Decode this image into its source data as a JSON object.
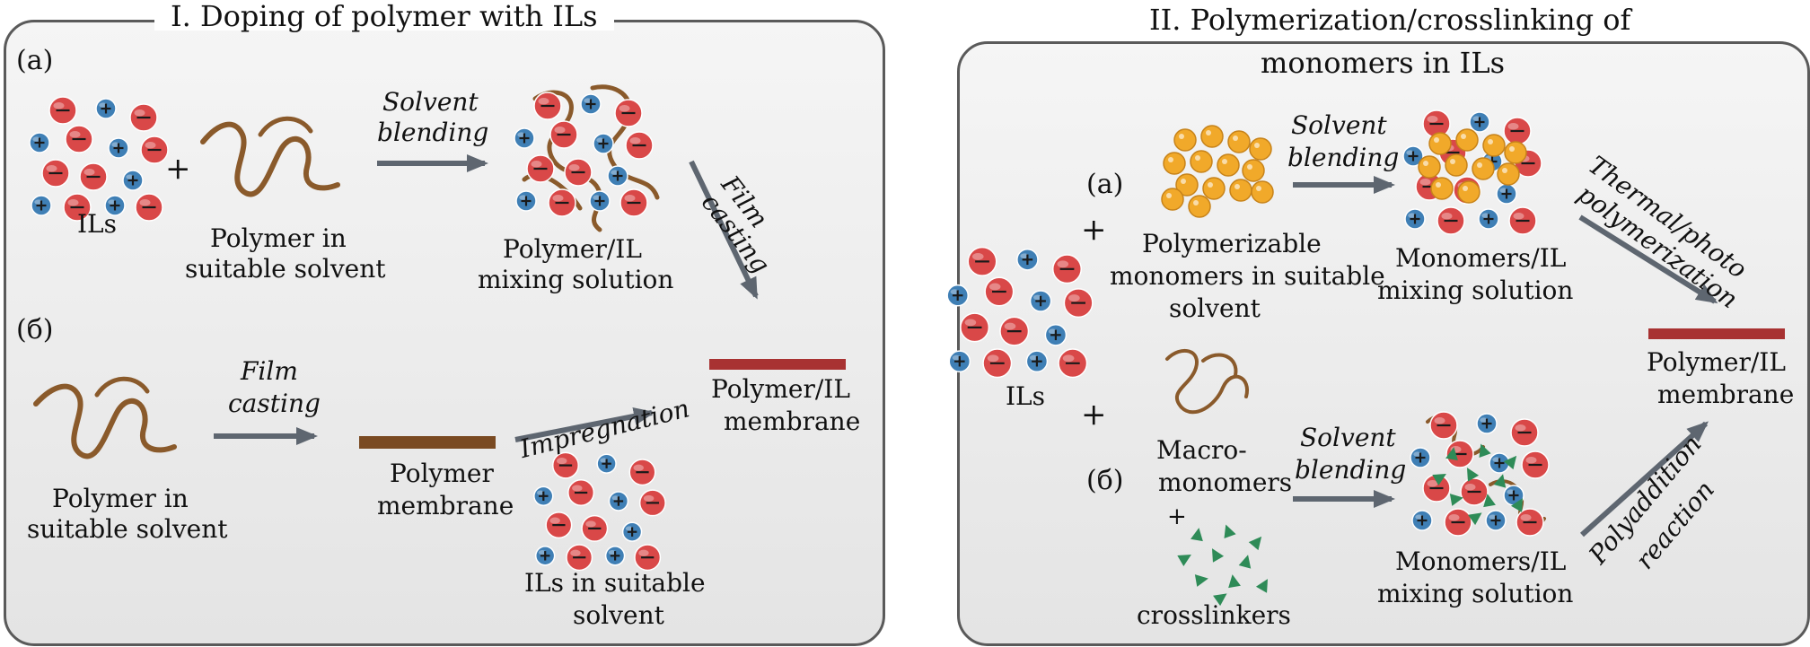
{
  "colors": {
    "cation": "#3f7fb5",
    "anion": "#d94848",
    "polymer": "#8a5a2b",
    "monomer": "#f1a92a",
    "crosslinker": "#2e8b57",
    "membrane_polymer": "#7a4a22",
    "membrane_il": "#a83232",
    "arrow": "#5e6670"
  },
  "icons": [
    "cation-plus-icon",
    "anion-minus-icon",
    "polymer-chain-icon",
    "monomer-dot-icon",
    "crosslinker-triangle-icon",
    "arrow-icon"
  ],
  "left_panel": {
    "title": "I. Doping of polymer with ILs",
    "a": {
      "label": "(a)",
      "plus": "+",
      "ils": "ILs",
      "polymer_line1": "Polymer in",
      "polymer_line2": "suitable solvent",
      "arrow_line1": "Solvent",
      "arrow_line2": "blending",
      "mix_line1": "Polymer/IL",
      "mix_line2": "mixing solution",
      "cast_line1": "Film",
      "cast_line2": "casting"
    },
    "b": {
      "label": "(б)",
      "polymer_line1": "Polymer in",
      "polymer_line2": "suitable solvent",
      "arrow_line1": "Film",
      "arrow_line2": "casting",
      "membrane_line1": "Polymer",
      "membrane_line2": "membrane",
      "impregnation": "Impregnation",
      "ils_line1": "ILs in suitable",
      "ils_line2": "solvent",
      "final_line1": "Polymer/IL",
      "final_line2": "membrane"
    }
  },
  "right_panel": {
    "title_line1": "II. Polymerization/crosslinking of",
    "title_line2": "monomers in ILs",
    "ils": "ILs",
    "plus": "+",
    "a": {
      "label": "(a)",
      "monomer_line1": "Polymerizable",
      "monomer_line2": "monomers in suitable",
      "monomer_line3": "solvent",
      "arrow_line1": "Solvent",
      "arrow_line2": "blending",
      "mix_line1": "Monomers/IL",
      "mix_line2": "mixing solution",
      "poly_line1": "Thermal/photo",
      "poly_line2": "polymerization"
    },
    "b": {
      "label": "(б)",
      "macro_line1": "Macro-",
      "macro_line2": "monomers",
      "plus": "+",
      "crosslinkers": "crosslinkers",
      "arrow_line1": "Solvent",
      "arrow_line2": "blending",
      "mix_line1": "Monomers/IL",
      "mix_line2": "mixing solution",
      "react_line1": "Polyaddition",
      "react_line2": "reaction"
    },
    "final_line1": "Polymer/IL",
    "final_line2": "membrane"
  }
}
